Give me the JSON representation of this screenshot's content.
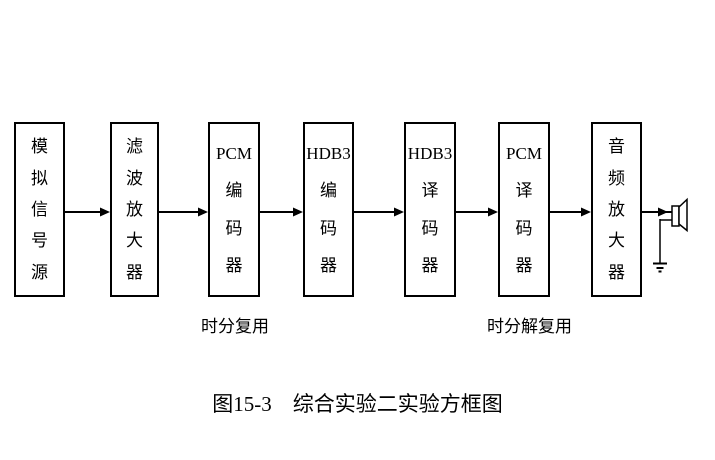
{
  "figure": {
    "blocks": [
      {
        "name": "analog-signal-source",
        "label": "模拟信号源",
        "lines": [
          "模",
          "拟",
          "信",
          "号",
          "源"
        ]
      },
      {
        "name": "filter-amplifier",
        "label": "滤波放大器",
        "lines": [
          "滤",
          "波",
          "放",
          "大",
          "器"
        ]
      },
      {
        "name": "pcm-encoder",
        "label": "PCM编码器",
        "lines": [
          "PCM",
          "编",
          "码",
          "器"
        ]
      },
      {
        "name": "hdb3-encoder",
        "label": "HDB3编码器",
        "lines": [
          "HDB3",
          "编",
          "码",
          "器"
        ]
      },
      {
        "name": "hdb3-decoder",
        "label": "HDB3译码器",
        "lines": [
          "HDB3",
          "译",
          "码",
          "器"
        ]
      },
      {
        "name": "pcm-decoder",
        "label": "PCM译码器",
        "lines": [
          "PCM",
          "译",
          "码",
          "器"
        ]
      },
      {
        "name": "audio-amplifier",
        "label": "音频放大器",
        "lines": [
          "音",
          "频",
          "放",
          "大",
          "器"
        ]
      }
    ],
    "flow_labels": {
      "multiplex": "时分复用",
      "demultiplex": "时分解复用"
    },
    "caption": "图15-3　综合实验二实验方框图",
    "icons": {
      "output": "speaker-icon",
      "ground": "ground-icon",
      "connector": "arrow-right-icon"
    },
    "colors": {
      "line": "#000000",
      "text": "#000000",
      "background": "#ffffff"
    }
  }
}
